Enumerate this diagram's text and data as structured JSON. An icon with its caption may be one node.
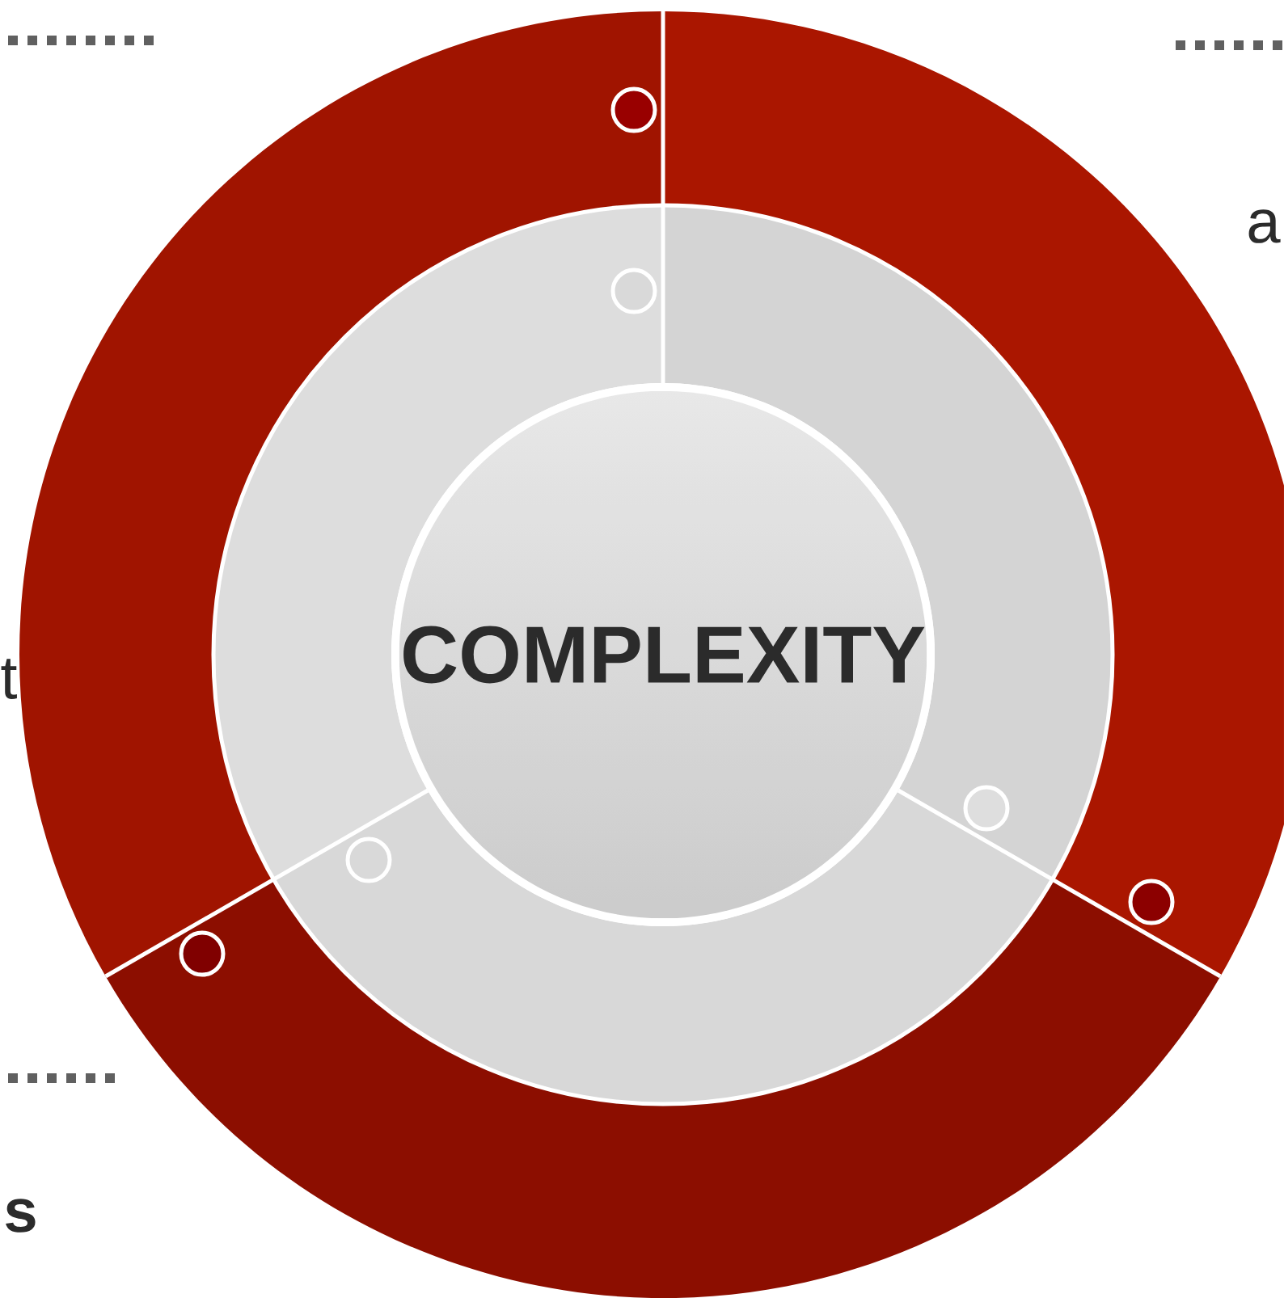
{
  "diagram": {
    "nodes": [
      {
        "text": [
          "COMPLEXITY"
        ]
      }
    ],
    "labels": [
      "a",
      "t",
      "s"
    ]
  }
}
